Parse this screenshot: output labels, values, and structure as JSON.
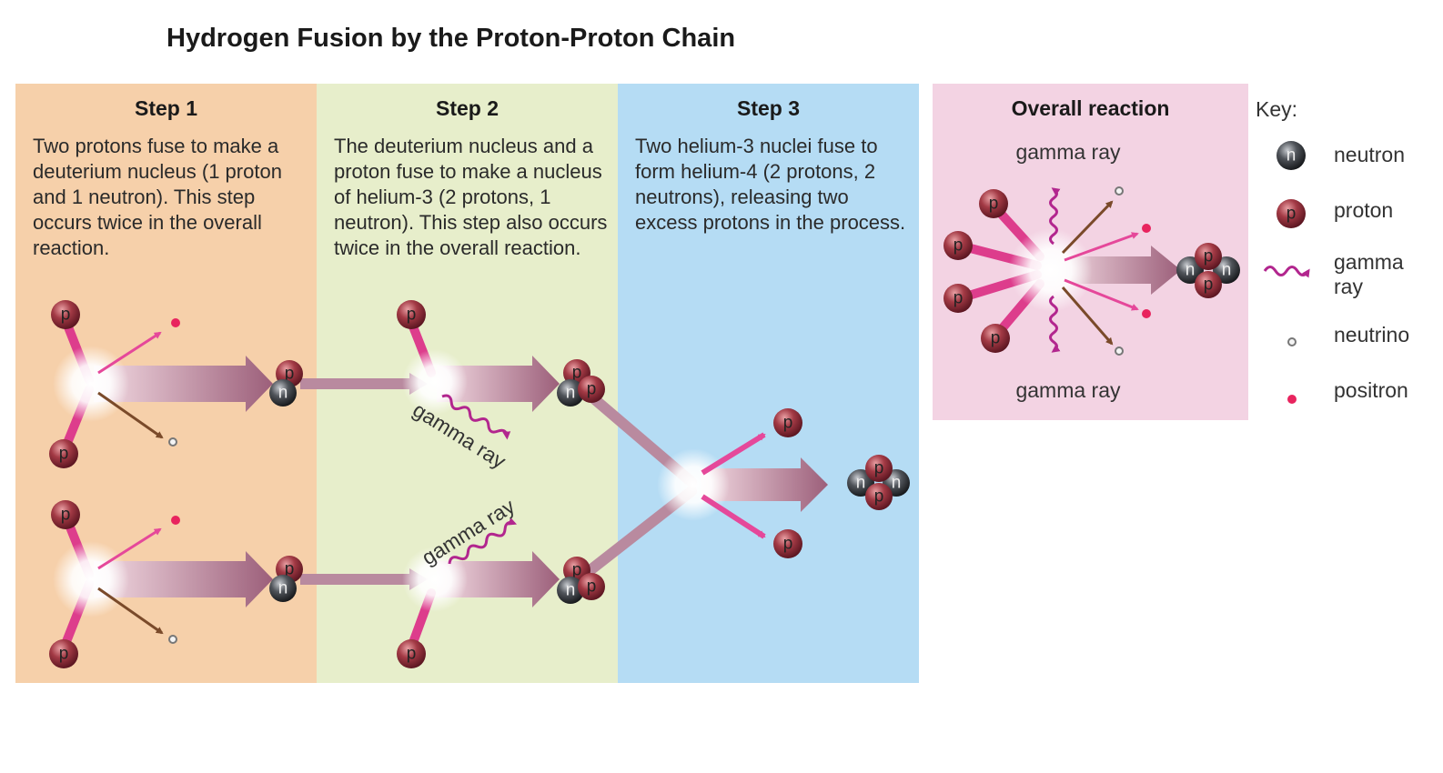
{
  "title": "Hydrogen Fusion by the Proton-Proton Chain",
  "steps": [
    {
      "heading": "Step 1",
      "text": "Two protons fuse to make a deuterium nucleus (1 proton and 1 neutron). This step occurs twice in the overall reaction."
    },
    {
      "heading": "Step 2",
      "text": "The deuterium nucleus and a proton fuse to make a nucleus of helium-3 (2 protons, 1 neutron). This step also occurs twice in the overall reaction."
    },
    {
      "heading": "Step 3",
      "text": "Two helium-3 nuclei fuse to form helium-4 (2 protons, 2 neutrons), releasing two excess protons in the process."
    }
  ],
  "overall": {
    "heading": "Overall reaction",
    "gamma_top": "gamma ray",
    "gamma_bottom": "gamma ray"
  },
  "diagram_labels": {
    "gamma_ray": "gamma ray",
    "proton_symbol": "p",
    "neutron_symbol": "n"
  },
  "key": {
    "heading": "Key:",
    "items": [
      {
        "label": "neutron",
        "icon": "neutron-icon"
      },
      {
        "label": "proton",
        "icon": "proton-icon"
      },
      {
        "label": "gamma ray",
        "icon": "gamma-ray-icon"
      },
      {
        "label": "neutrino",
        "icon": "neutrino-icon"
      },
      {
        "label": "positron",
        "icon": "positron-icon"
      }
    ]
  },
  "colors": {
    "step1_bg": "#f6d0aa",
    "step2_bg": "#e7eecb",
    "step3_bg": "#b5dcf4",
    "overall_bg": "#f3d3e3",
    "proton": "#8e2a36",
    "neutron": "#3a3d42",
    "positron": "#e8245e",
    "gamma": "#b2268e"
  }
}
